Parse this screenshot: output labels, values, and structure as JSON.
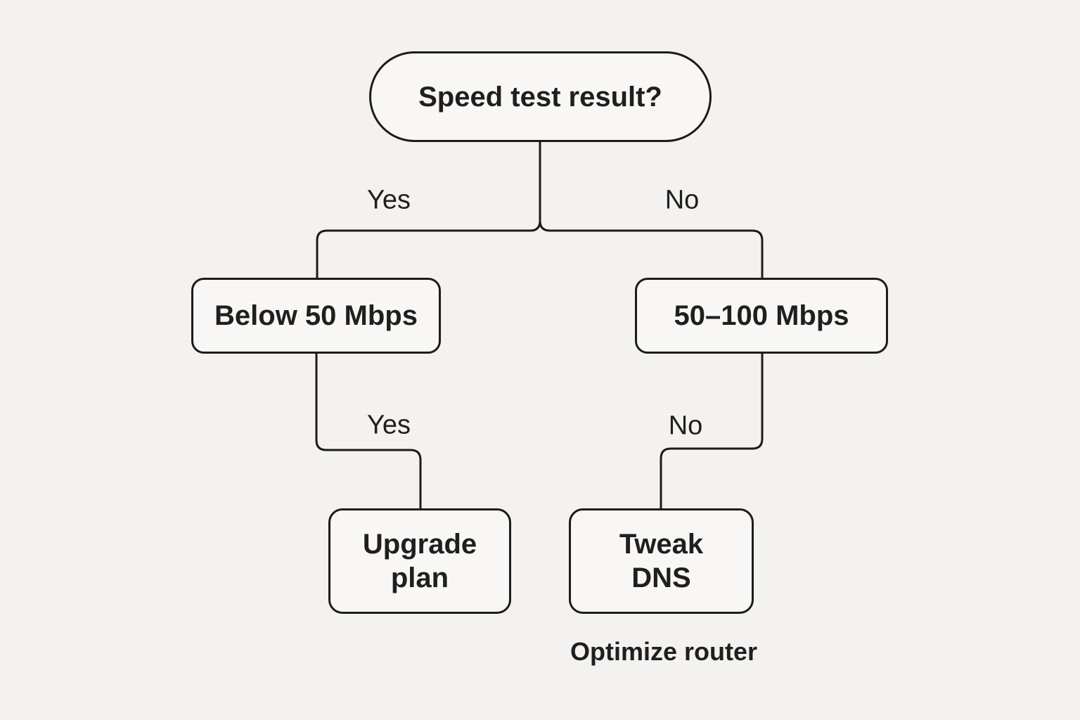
{
  "colors": {
    "background": "#f3f2f0",
    "node_fill": "#f8f7f5",
    "stroke": "#1c1c1c",
    "text": "#1f1f1f"
  },
  "diagram": {
    "root": {
      "label": "Speed test result?"
    },
    "level1": [
      {
        "edge_label": "Yes",
        "node_label": "Below 50 Mbps"
      },
      {
        "edge_label": "No",
        "node_label": "50–100 Mbps"
      }
    ],
    "level2": [
      {
        "edge_label": "Yes",
        "node_label": "Upgrade\nplan"
      },
      {
        "edge_label": "No",
        "node_label": "Tweak\nDNS"
      }
    ],
    "caption": "Optimize router"
  }
}
